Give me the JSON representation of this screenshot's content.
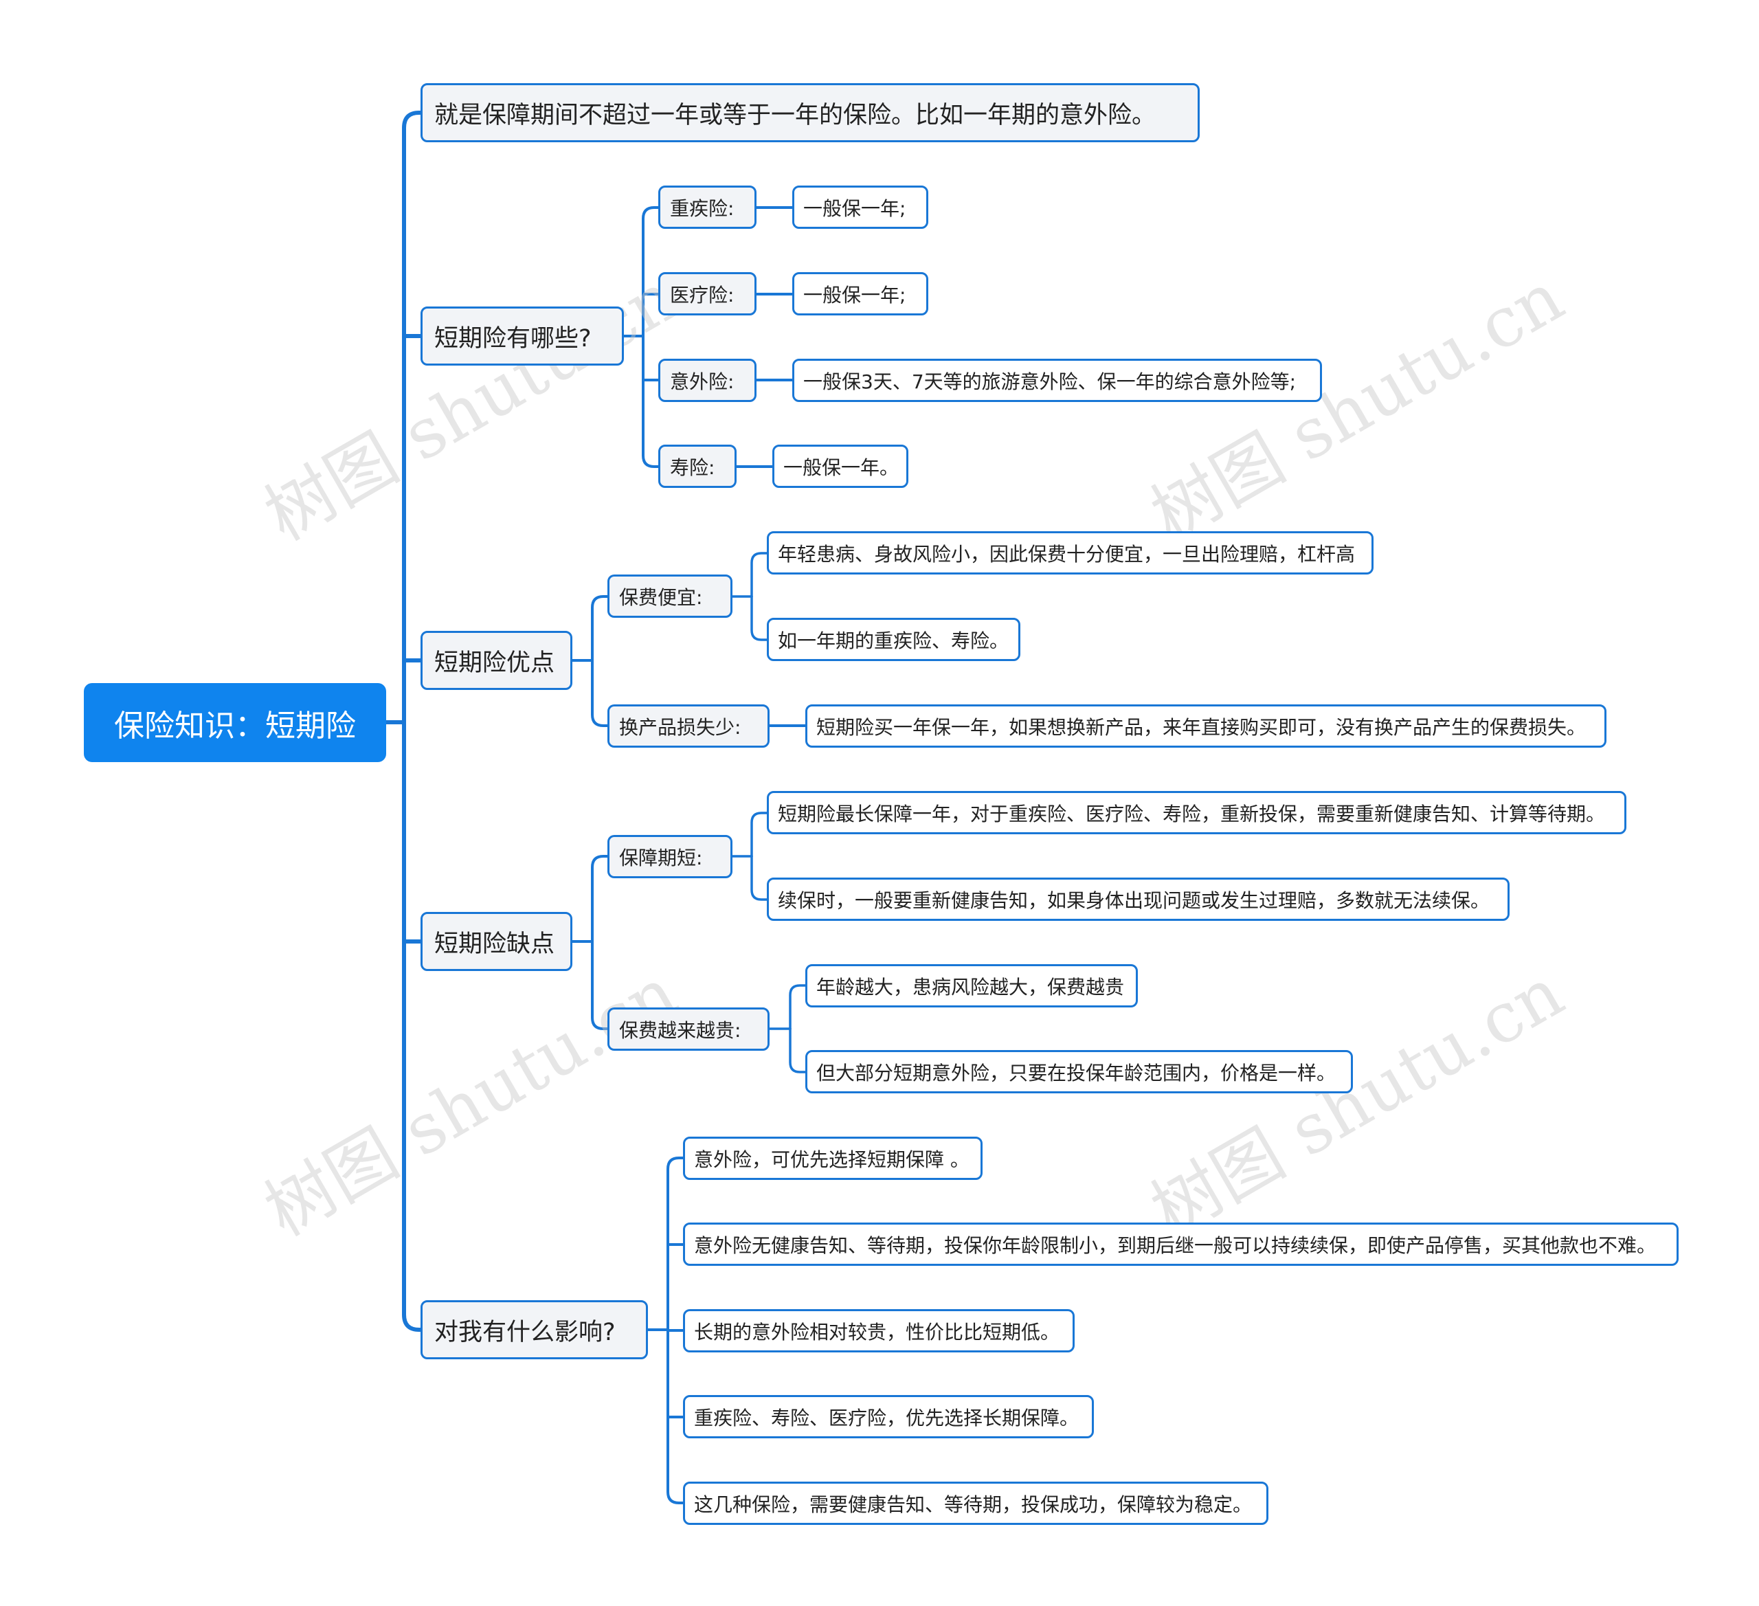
{
  "root": "保险知识：短期险",
  "watermark": "树图 shutu.cn",
  "colors": {
    "accent": "#1977d6",
    "root_fill": "#0f84ee",
    "node_fill": "#f2f4f7"
  },
  "branches": [
    {
      "label": "就是保障期间不超过一年或等于一年的保险。比如一年期的意外险。"
    },
    {
      "label": "短期险有哪些?",
      "children": [
        {
          "label": "重疾险:",
          "children": [
            {
              "label": "一般保一年;"
            }
          ]
        },
        {
          "label": "医疗险:",
          "children": [
            {
              "label": "一般保一年;"
            }
          ]
        },
        {
          "label": "意外险:",
          "children": [
            {
              "label": "一般保3天、7天等的旅游意外险、保一年的综合意外险等;"
            }
          ]
        },
        {
          "label": "寿险:",
          "children": [
            {
              "label": "一般保一年。"
            }
          ]
        }
      ]
    },
    {
      "label": "短期险优点",
      "children": [
        {
          "label": "保费便宜:",
          "children": [
            {
              "label": "年轻患病、身故风险小，因此保费十分便宜，一旦出险理赔，杠杆高"
            },
            {
              "label": "如一年期的重疾险、寿险。"
            }
          ]
        },
        {
          "label": "换产品损失少:",
          "children": [
            {
              "label": "短期险买一年保一年，如果想换新产品，来年直接购买即可，没有换产品产生的保费损失。"
            }
          ]
        }
      ]
    },
    {
      "label": "短期险缺点",
      "children": [
        {
          "label": "保障期短:",
          "children": [
            {
              "label": "短期险最长保障一年，对于重疾险、医疗险、寿险，重新投保，需要重新健康告知、计算等待期。"
            },
            {
              "label": "续保时，一般要重新健康告知，如果身体出现问题或发生过理赔，多数就无法续保。"
            }
          ]
        },
        {
          "label": "保费越来越贵:",
          "children": [
            {
              "label": "年龄越大，患病风险越大，保费越贵"
            },
            {
              "label": "但大部分短期意外险，只要在投保年龄范围内，价格是一样。"
            }
          ]
        }
      ]
    },
    {
      "label": "对我有什么影响?",
      "children": [
        {
          "label": "意外险，可优先选择短期保障 。"
        },
        {
          "label": "意外险无健康告知、等待期，投保你年龄限制小，到期后继一般可以持续续保，即使产品停售，买其他款也不难。"
        },
        {
          "label": "长期的意外险相对较贵，性价比比短期低。"
        },
        {
          "label": "重疾险、寿险、医疗险，优先选择长期保障。"
        },
        {
          "label": "这几种保险，需要健康告知、等待期，投保成功，保障较为稳定。"
        }
      ]
    }
  ]
}
